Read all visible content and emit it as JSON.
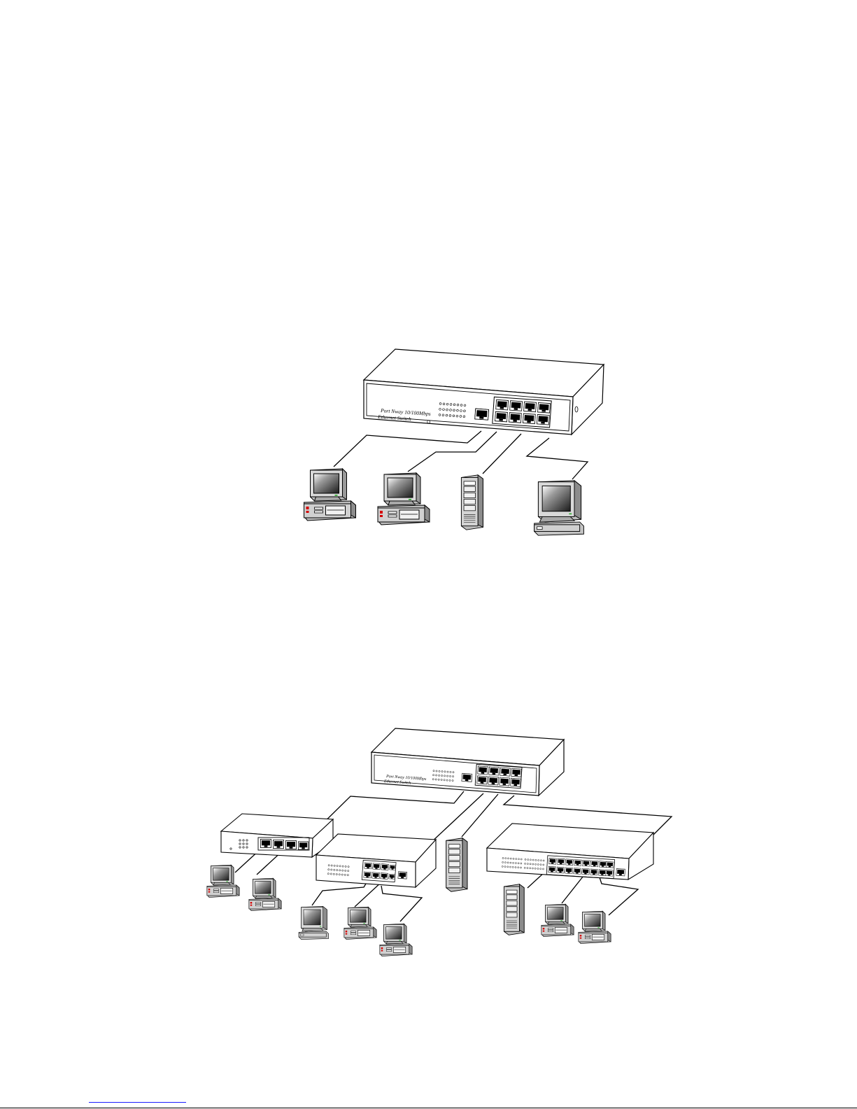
{
  "diagrams": [
    {
      "name": "single-switch-topology",
      "switch_label_line1": "Port Nway 10/100Mbps",
      "switch_label_line2": "Ethernet Switch",
      "devices": [
        "desktop-pc",
        "desktop-pc",
        "tower-server",
        "workstation"
      ]
    },
    {
      "name": "cascaded-switch-topology",
      "switch_label_line1": "Port Nway 10/100Mbps",
      "switch_label_line2": "Ethernet Switch",
      "sub_switches": [
        "4-port-switch",
        "8-port-switch",
        "16-port-switch"
      ]
    }
  ],
  "colors": {
    "line": "#000000",
    "device_fill": "#ffffff",
    "computer_body": "#c8c8c8",
    "indicator_red": "#d40000",
    "indicator_green": "#22aa22",
    "footnote_rule": "#1a1aff"
  },
  "icons": [
    "desktop-pc-icon",
    "tower-server-icon",
    "workstation-icon",
    "switch-icon",
    "rj45-port-icon"
  ]
}
